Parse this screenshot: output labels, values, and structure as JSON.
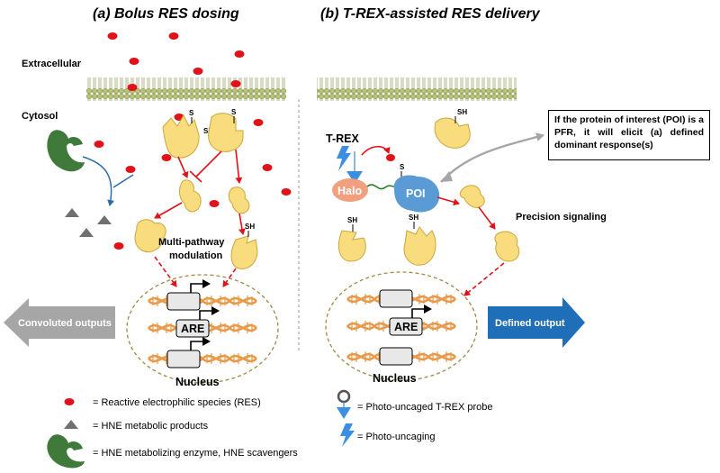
{
  "titles": {
    "a": "(a) Bolus RES dosing",
    "b": "(b) T-REX-assisted RES delivery"
  },
  "labels": {
    "extracellular": "Extracellular",
    "cytosol": "Cytosol",
    "sh": "SH",
    "s": "S",
    "multi_pathway_1": "Multi-pathway",
    "multi_pathway_2": "modulation",
    "are": "ARE",
    "nucleus": "Nucleus",
    "convoluted_outputs": "Convoluted outputs",
    "trex": "T-REX",
    "halo": "Halo",
    "poi": "POI",
    "precision_signaling": "Precision signaling",
    "defined_output": "Defined output",
    "poi_note": "If the protein of interest (POI) is a PFR, it will elicit (a) defined dominant response(s)"
  },
  "legend": {
    "res": "= Reactive electrophilic species (RES)",
    "hne_products": "= HNE metabolic products",
    "hne_enzyme": "= HNE metabolizing enzyme, HNE scavengers",
    "probe": "= Photo-uncaged T-REX probe",
    "uncaging": "= Photo-uncaging"
  },
  "colors": {
    "res_dot": "#e0131a",
    "protein": "#f9dc7e",
    "protein_edge": "#c9a83a",
    "enzyme": "#3f7a3a",
    "halo": "#f0a07e",
    "poi": "#5b9bd5",
    "gray_arrow": "#a6a6a6",
    "blue_arrow": "#1f6fb8",
    "membrane": "#b8c47a",
    "dna": "#e89a4a",
    "arrow_red": "#e0131a",
    "pathway_blue": "#2e6da4"
  }
}
